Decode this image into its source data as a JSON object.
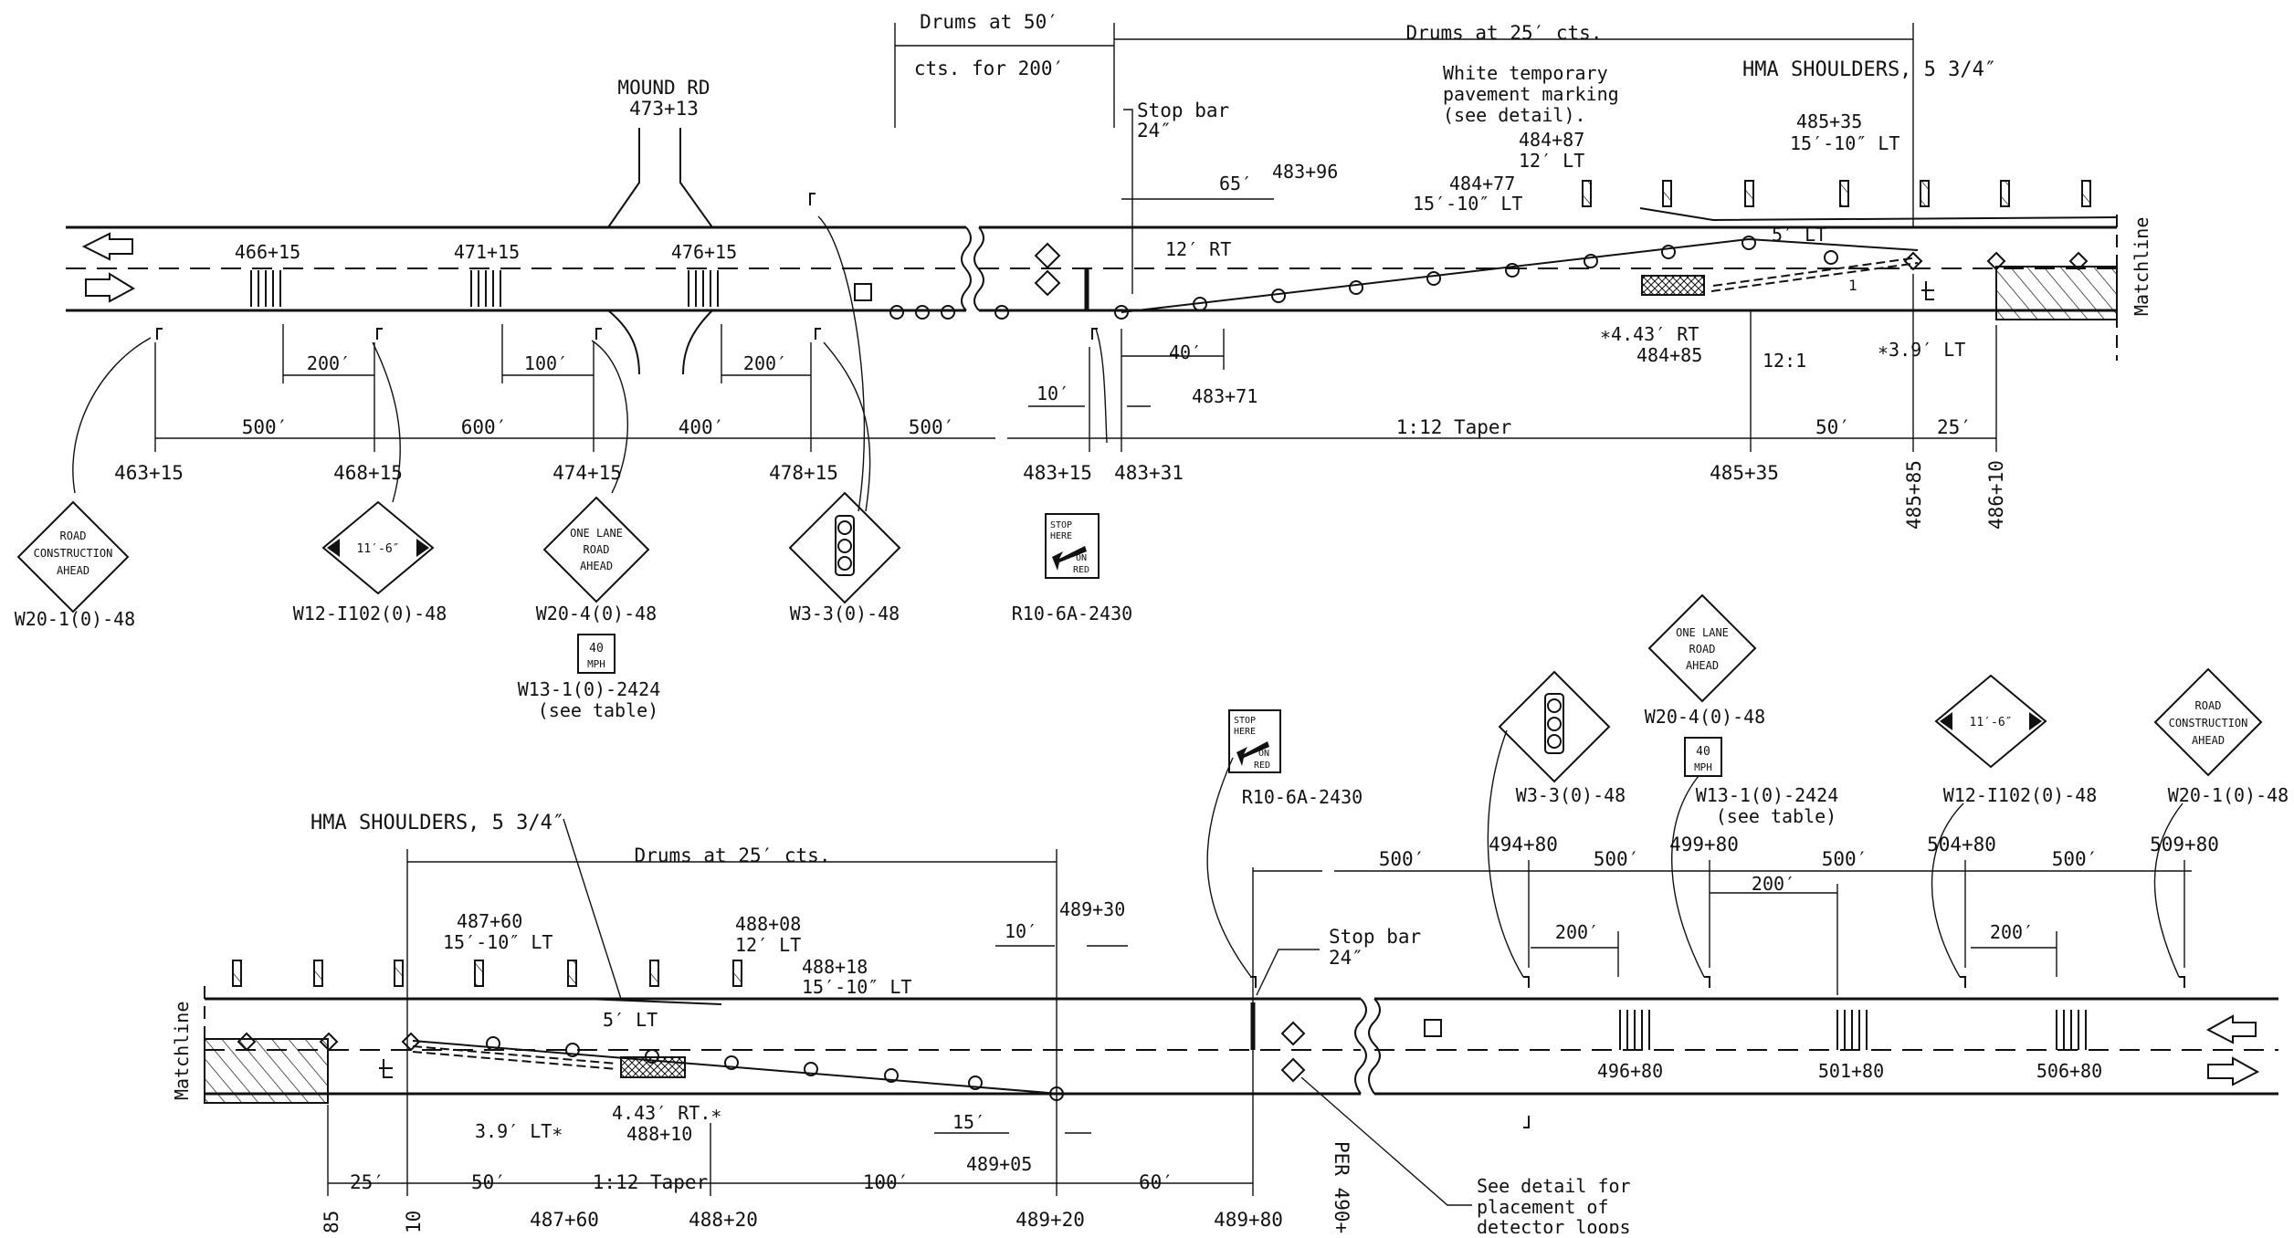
{
  "top_plan": {
    "road_name": "MOUND RD",
    "road_station": "473+13",
    "drums_50_a": "Drums at  50′",
    "drums_50_b": "cts. for 200′",
    "drums_25": "Drums at 25′ cts.",
    "white_marking": [
      "White temporary",
      "pavement marking",
      "(see detail)."
    ],
    "hma_shoulders": "HMA SHOULDERS, 5 3/4″",
    "stop_bar": [
      "Stop bar",
      "24″"
    ],
    "callouts": {
      "s48487": [
        "484+87",
        "12′ LT"
      ],
      "s48477": [
        "484+77",
        "15′-10″ LT"
      ],
      "s48535": [
        "485+35",
        "15′-10″ LT"
      ],
      "s48396": "483+96",
      "d65": "65′",
      "r12": "12′ RT",
      "l5": "5′ LT",
      "d40": "40′",
      "s48371": "483+71",
      "d10": "10′",
      "r443": [
        "∗4.43′ RT",
        "484+85"
      ],
      "ratio": "12:1",
      "one": "1",
      "lt39": "∗3.9′ LT"
    },
    "loop_stations": [
      "466+15",
      "471+15",
      "476+15"
    ],
    "sub_dims": [
      "200′",
      "100′",
      "200′"
    ],
    "dims": [
      "500′",
      "600′",
      "400′",
      "500′",
      "1:12 Taper",
      "50′",
      "25′"
    ],
    "stations": [
      "463+15",
      "468+15",
      "474+15",
      "478+15",
      "483+15",
      "483+31",
      "485+35",
      "485+85",
      "486+10"
    ],
    "matchline": "Matchline",
    "signs": {
      "w20_1": [
        "ROAD",
        "CONSTRUCTION",
        "AHEAD"
      ],
      "w20_1_code": "W20-1(0)-48",
      "w12": "11′-6″",
      "w12_code": "W12-I102(0)-48",
      "w20_4": [
        "ONE LANE",
        "ROAD",
        "AHEAD"
      ],
      "w20_4_code": "W20-4(0)-48",
      "w13": [
        "40",
        "MPH"
      ],
      "w13_code": [
        "W13-1(0)-2424",
        "(see table)"
      ],
      "w3_code": "W3-3(0)-48",
      "r10": [
        "STOP",
        "HERE",
        "ON",
        "RED"
      ],
      "r10_code": "R10-6A-2430"
    }
  },
  "bottom_plan": {
    "hma_shoulders": "HMA SHOULDERS, 5 3/4″",
    "drums_25": "Drums at 25′ cts.",
    "stop_bar": [
      "Stop bar",
      "24″"
    ],
    "callouts": {
      "s48760": [
        "487+60",
        "15′-10″ LT"
      ],
      "s48808": [
        "488+08",
        "12′ LT"
      ],
      "s48818": [
        "488+18",
        "15′-10″ LT"
      ],
      "s48930": "489+30",
      "d10": "10′",
      "l5": "5′ LT",
      "lt39": "3.9′ LT∗",
      "r443": [
        "4.43′ RT.∗",
        "488+10"
      ],
      "d15": "15′",
      "s48905": "489+05"
    },
    "dims": [
      "25′",
      "50′",
      "1:12 Taper",
      "100′",
      "60′",
      "500′",
      "500′",
      "500′",
      "500′"
    ],
    "sub_dims": [
      "200′",
      "200′",
      "200′"
    ],
    "stations": [
      "85",
      "10",
      "487+60",
      "488+20",
      "489+20",
      "489+80",
      "494+80",
      "499+80",
      "504+80",
      "509+80"
    ],
    "per": "PER 490+",
    "loop_stations": [
      "496+80",
      "501+80",
      "506+80"
    ],
    "see_detail": [
      "See detail for",
      "placement of",
      "detector loops"
    ],
    "matchline": "Matchline",
    "signs": {
      "r10": [
        "STOP",
        "HERE",
        "ON",
        "RED"
      ],
      "r10_code": "R10-6A-2430",
      "w3_code": "W3-3(0)-48",
      "w20_4": [
        "ONE LANE",
        "ROAD",
        "AHEAD"
      ],
      "w20_4_code": "W20-4(0)-48",
      "w13": [
        "40",
        "MPH"
      ],
      "w13_code": [
        "W13-1(0)-2424",
        "(see table)"
      ],
      "w12": "11′-6″",
      "w12_code": "W12-I102(0)-48",
      "w20_1": [
        "ROAD",
        "CONSTRUCTION",
        "AHEAD"
      ],
      "w20_1_code": "W20-1(0)-48"
    }
  }
}
